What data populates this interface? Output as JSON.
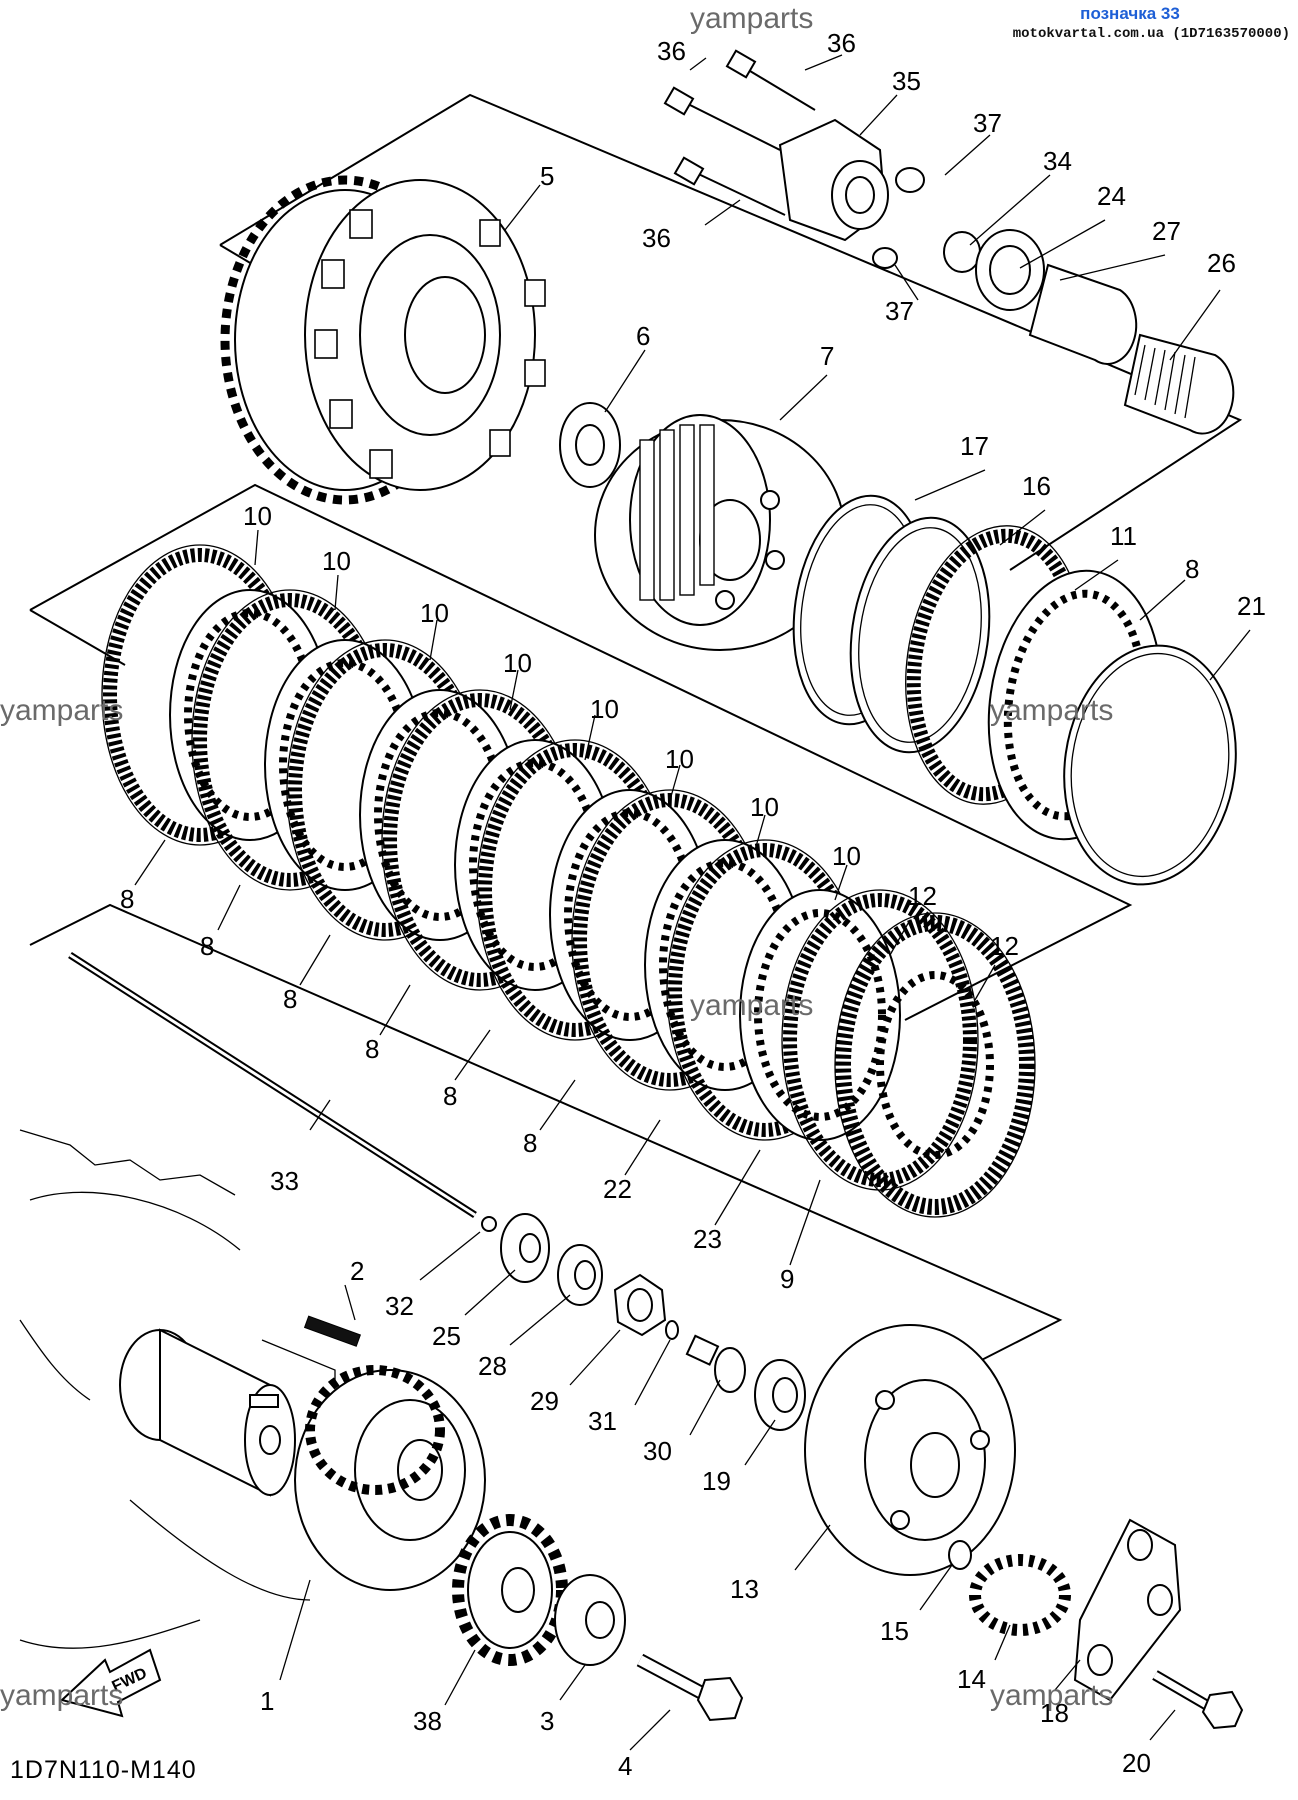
{
  "header": {
    "label": "позначка 33",
    "source": "motokvartal.com.ua (1D7163570000)"
  },
  "diagram_code": "1D7N110-M140",
  "watermark": "yamparts",
  "fwd_label": "FWD",
  "callouts": [
    {
      "id": "c36a",
      "text": "36"
    },
    {
      "id": "c36b",
      "text": "36"
    },
    {
      "id": "c35",
      "text": "35"
    },
    {
      "id": "c37a",
      "text": "37"
    },
    {
      "id": "c34",
      "text": "34"
    },
    {
      "id": "c24",
      "text": "24"
    },
    {
      "id": "c27",
      "text": "27"
    },
    {
      "id": "c26",
      "text": "26"
    },
    {
      "id": "c36c",
      "text": "36"
    },
    {
      "id": "c37b",
      "text": "37"
    },
    {
      "id": "c5",
      "text": "5"
    },
    {
      "id": "c6",
      "text": "6"
    },
    {
      "id": "c7",
      "text": "7"
    },
    {
      "id": "c17",
      "text": "17"
    },
    {
      "id": "c16",
      "text": "16"
    },
    {
      "id": "c11",
      "text": "11"
    },
    {
      "id": "c8a",
      "text": "8"
    },
    {
      "id": "c21",
      "text": "21"
    },
    {
      "id": "c10a",
      "text": "10"
    },
    {
      "id": "c10b",
      "text": "10"
    },
    {
      "id": "c10c",
      "text": "10"
    },
    {
      "id": "c10d",
      "text": "10"
    },
    {
      "id": "c10e",
      "text": "10"
    },
    {
      "id": "c10f",
      "text": "10"
    },
    {
      "id": "c10g",
      "text": "10"
    },
    {
      "id": "c10h",
      "text": "10"
    },
    {
      "id": "c12a",
      "text": "12"
    },
    {
      "id": "c12b",
      "text": "12"
    },
    {
      "id": "c8b",
      "text": "8"
    },
    {
      "id": "c8c",
      "text": "8"
    },
    {
      "id": "c8d",
      "text": "8"
    },
    {
      "id": "c8e",
      "text": "8"
    },
    {
      "id": "c8f",
      "text": "8"
    },
    {
      "id": "c8g",
      "text": "8"
    },
    {
      "id": "c22",
      "text": "22"
    },
    {
      "id": "c23",
      "text": "23"
    },
    {
      "id": "c9",
      "text": "9"
    },
    {
      "id": "c33",
      "text": "33"
    },
    {
      "id": "c2",
      "text": "2"
    },
    {
      "id": "c32",
      "text": "32"
    },
    {
      "id": "c25",
      "text": "25"
    },
    {
      "id": "c28",
      "text": "28"
    },
    {
      "id": "c29",
      "text": "29"
    },
    {
      "id": "c31",
      "text": "31"
    },
    {
      "id": "c30",
      "text": "30"
    },
    {
      "id": "c19",
      "text": "19"
    },
    {
      "id": "c13",
      "text": "13"
    },
    {
      "id": "c15",
      "text": "15"
    },
    {
      "id": "c14",
      "text": "14"
    },
    {
      "id": "c18",
      "text": "18"
    },
    {
      "id": "c20",
      "text": "20"
    },
    {
      "id": "c1",
      "text": "1"
    },
    {
      "id": "c38",
      "text": "38"
    },
    {
      "id": "c3",
      "text": "3"
    },
    {
      "id": "c4",
      "text": "4"
    }
  ]
}
